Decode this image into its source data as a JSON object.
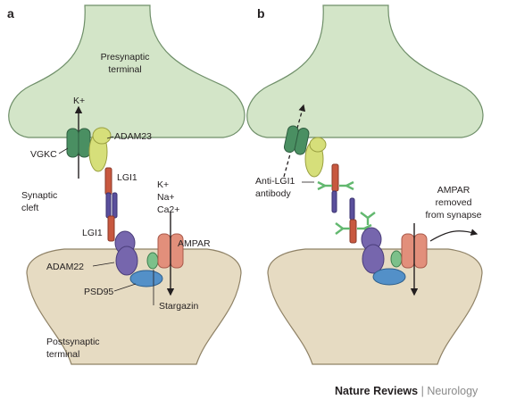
{
  "panels": {
    "a": {
      "letter": "a",
      "presynaptic": [
        "Presynaptic",
        "terminal"
      ],
      "postsynaptic": [
        "Postsynaptic",
        "terminal"
      ],
      "synaptic_cleft": [
        "Synaptic",
        "cleft"
      ],
      "k_plus": "K+",
      "vgkc": "VGKC",
      "adam23": "ADAM23",
      "lgi1_top": "LGI1",
      "lgi1_bottom": "LGI1",
      "ions": [
        "K+",
        "Na+",
        "Ca2+"
      ],
      "ampar": "AMPAR",
      "adam22": "ADAM22",
      "psd95": "PSD95",
      "stargazin": "Stargazin"
    },
    "b": {
      "letter": "b",
      "antibody": [
        "Anti-LGI1",
        "antibody"
      ],
      "ampar_removed": [
        "AMPAR",
        "removed",
        "from synapse"
      ]
    }
  },
  "footer": {
    "brand": "Nature Reviews",
    "separator": "|",
    "journal": "Neurology"
  },
  "colors": {
    "presynaptic_fill": "#d3e5c8",
    "postsynaptic_fill": "#e6dbc2",
    "vgkc": "#4a8f62",
    "adam23": "#d6df7a",
    "lgi1": "#c8583f",
    "adam22": "#7666ad",
    "ampar": "#e28f7b",
    "psd95": "#5390c8",
    "stargazin": "#7cc08a",
    "antibody": "#62b86f"
  }
}
